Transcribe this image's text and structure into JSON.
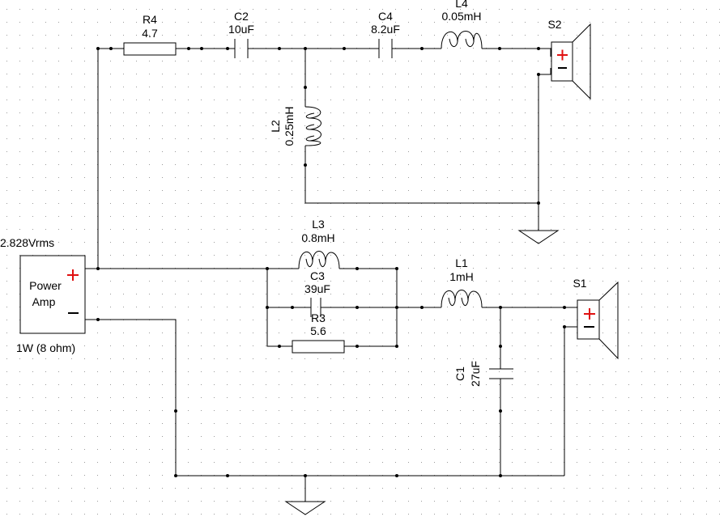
{
  "diagram": {
    "components": {
      "r4": {
        "ref": "R4",
        "value": "4.7"
      },
      "c2": {
        "ref": "C2",
        "value": "10uF"
      },
      "c4": {
        "ref": "C4",
        "value": "8.2uF"
      },
      "l4": {
        "ref": "L4",
        "value": "0.05mH"
      },
      "s2": {
        "ref": "S2"
      },
      "l2": {
        "ref": "L2",
        "value": "0.25mH"
      },
      "l3": {
        "ref": "L3",
        "value": "0.8mH"
      },
      "c3": {
        "ref": "C3",
        "value": "39uF"
      },
      "r3": {
        "ref": "R3",
        "value": "5.6"
      },
      "l1": {
        "ref": "L1",
        "value": "1mH"
      },
      "s1": {
        "ref": "S1"
      },
      "c1": {
        "ref": "C1",
        "value": "27uF"
      }
    },
    "amp": {
      "voltage": "2.828Vrms",
      "label_line1": "Power",
      "label_line2": "Amp",
      "rating": "1W (8 ohm)"
    },
    "colors": {
      "positive": "#e01010",
      "wire": "#000000",
      "grid_dot": "#9a9a9a"
    }
  }
}
